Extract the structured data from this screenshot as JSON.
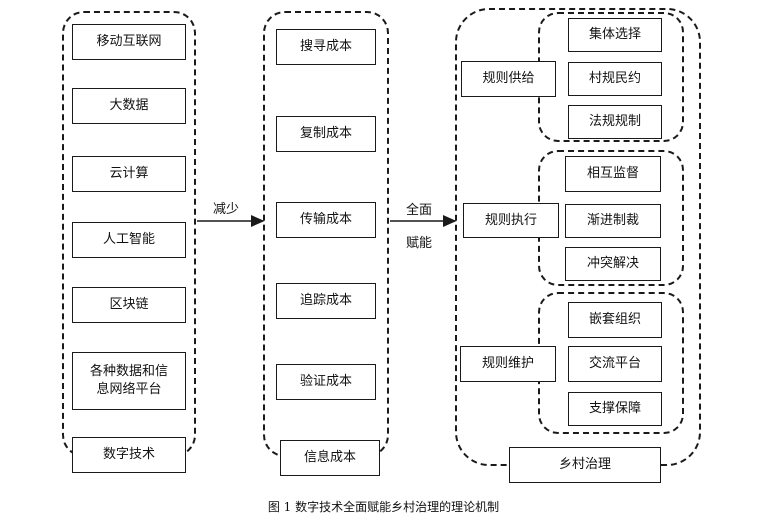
{
  "technologies": {
    "items": [
      "移动互联网",
      "大数据",
      "云计算",
      "人工智能",
      "区块链",
      "各种数据和信\n息网络平台"
    ],
    "group_label": "数字技术"
  },
  "arrow1_label": "减少",
  "costs": {
    "items": [
      "搜寻成本",
      "复制成本",
      "传输成本",
      "追踪成本",
      "验证成本"
    ],
    "group_label": "信息成本"
  },
  "arrow2_label_line1": "全面",
  "arrow2_label_line2": "赋能",
  "governance": {
    "supply": {
      "label": "规则供给",
      "items": [
        "集体选择",
        "村规民约",
        "法规规制"
      ]
    },
    "execution": {
      "label": "规则执行",
      "items": [
        "相互监督",
        "渐进制裁",
        "冲突解决"
      ]
    },
    "maintenance": {
      "label": "规则维护",
      "items": [
        "嵌套组织",
        "交流平台",
        "支撑保障"
      ]
    },
    "group_label": "乡村治理"
  },
  "caption": "图 1    数字技术全面赋能乡村治理的理论机制"
}
